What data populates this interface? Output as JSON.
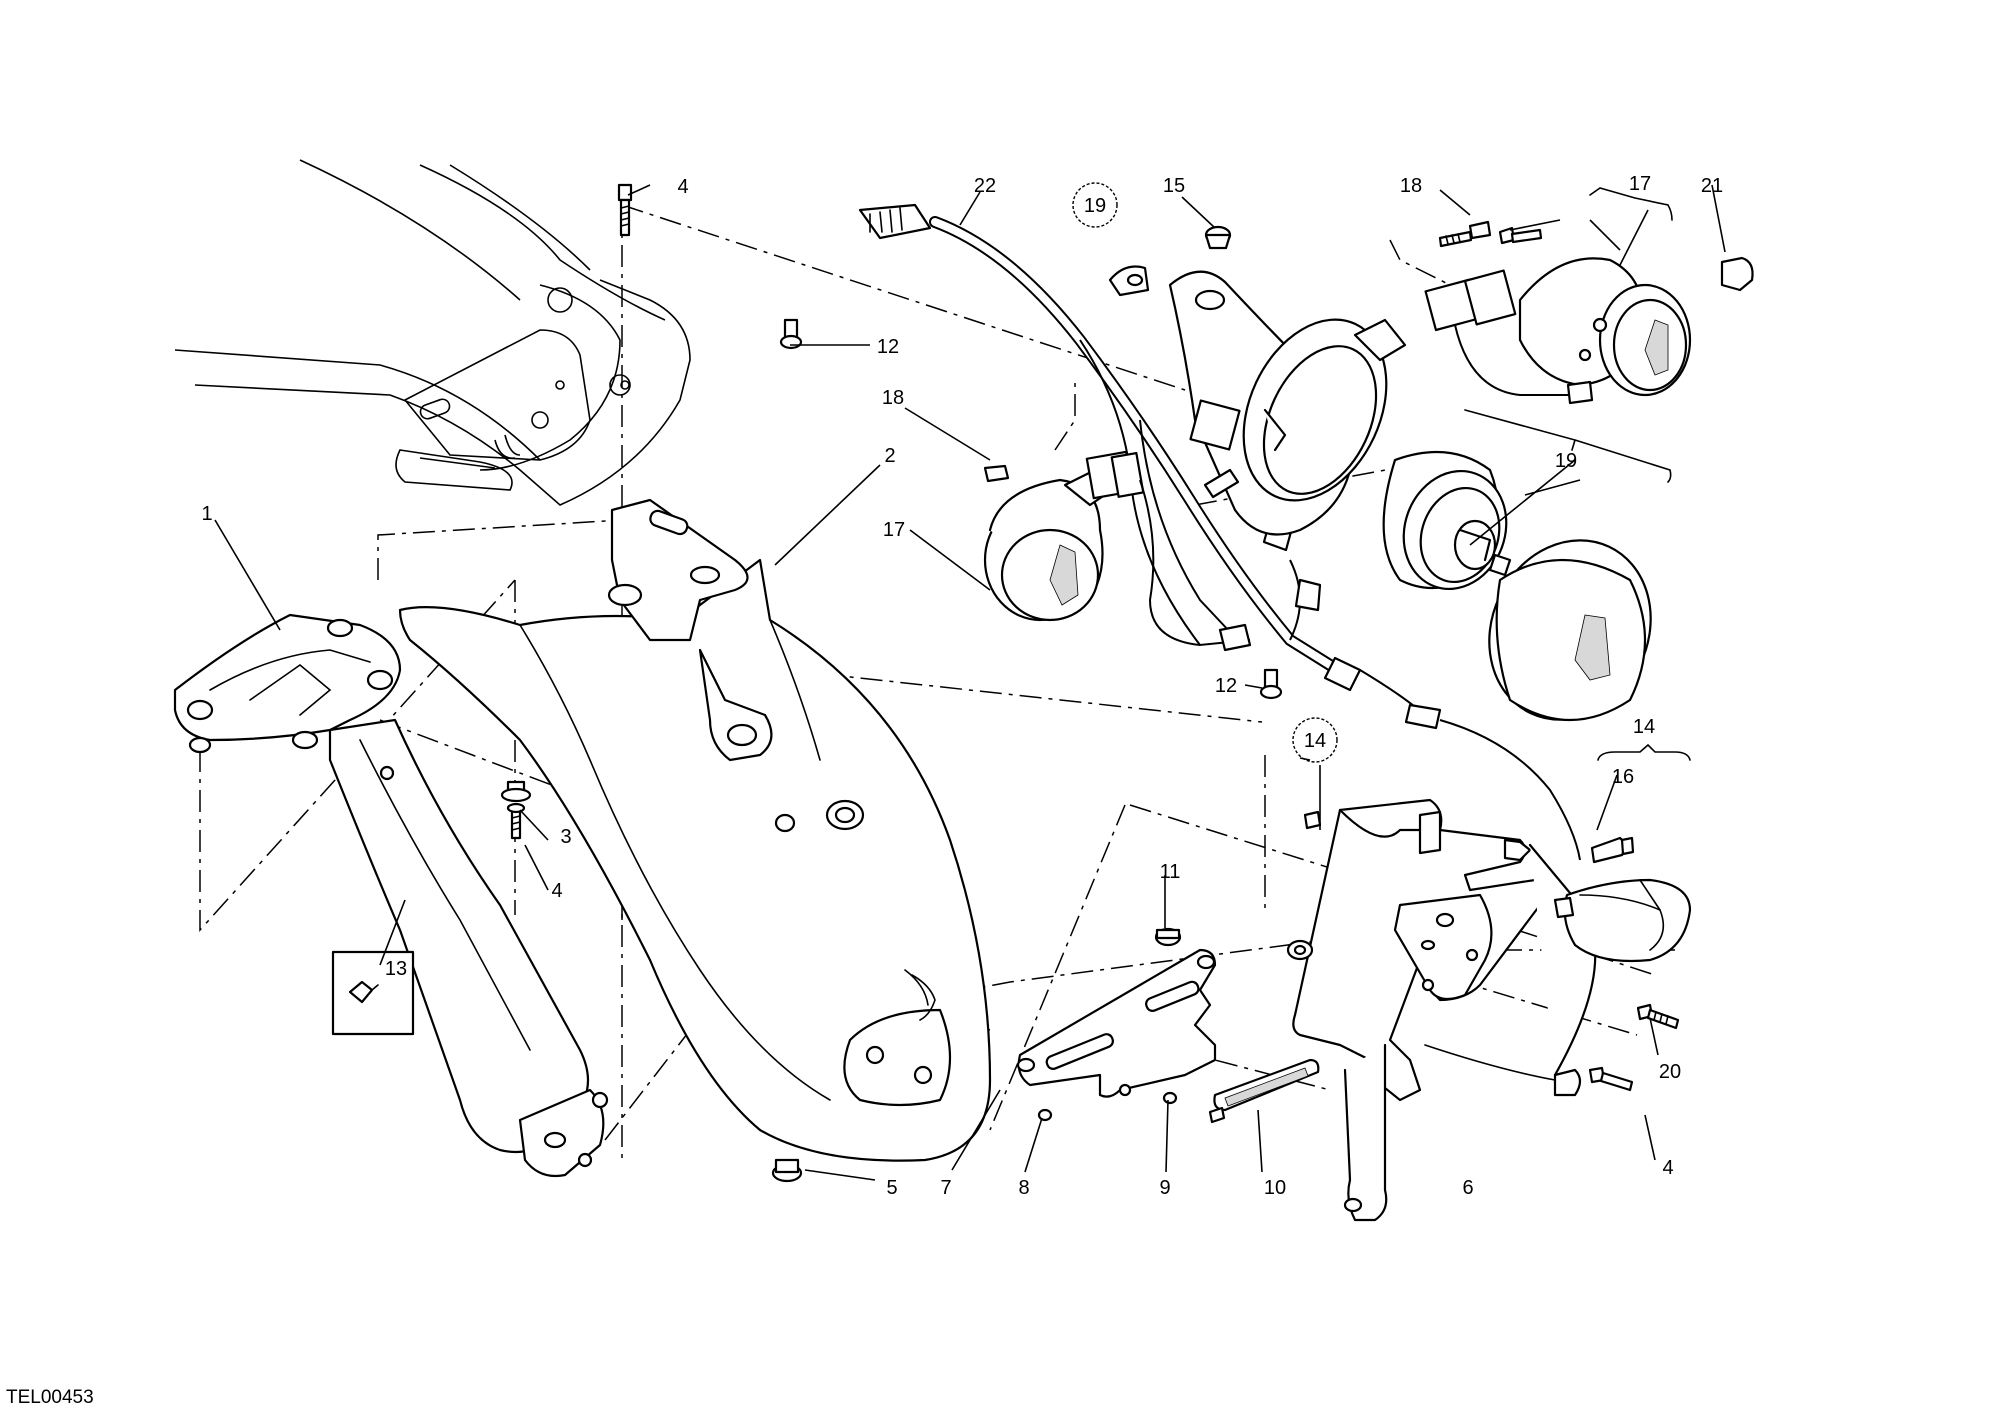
{
  "drawing_code": "TEL00453",
  "callouts": [
    {
      "id": "c1",
      "label": "1"
    },
    {
      "id": "c2",
      "label": "2"
    },
    {
      "id": "c3",
      "label": "3"
    },
    {
      "id": "c4a",
      "label": "4"
    },
    {
      "id": "c4b",
      "label": "4"
    },
    {
      "id": "c4c",
      "label": "4"
    },
    {
      "id": "c5",
      "label": "5"
    },
    {
      "id": "c6",
      "label": "6"
    },
    {
      "id": "c7",
      "label": "7"
    },
    {
      "id": "c8",
      "label": "8"
    },
    {
      "id": "c9",
      "label": "9"
    },
    {
      "id": "c10",
      "label": "10"
    },
    {
      "id": "c11",
      "label": "11"
    },
    {
      "id": "c12a",
      "label": "12"
    },
    {
      "id": "c12b",
      "label": "12"
    },
    {
      "id": "c13",
      "label": "13"
    },
    {
      "id": "c14a",
      "label": "14"
    },
    {
      "id": "c14b",
      "label": "14"
    },
    {
      "id": "c15",
      "label": "15"
    },
    {
      "id": "c16",
      "label": "16"
    },
    {
      "id": "c17a",
      "label": "17"
    },
    {
      "id": "c17b",
      "label": "17"
    },
    {
      "id": "c18a",
      "label": "18"
    },
    {
      "id": "c18b",
      "label": "18"
    },
    {
      "id": "c19a",
      "label": "19"
    },
    {
      "id": "c19b",
      "label": "19"
    },
    {
      "id": "c20",
      "label": "20"
    },
    {
      "id": "c21",
      "label": "21"
    },
    {
      "id": "c22",
      "label": "22"
    }
  ]
}
